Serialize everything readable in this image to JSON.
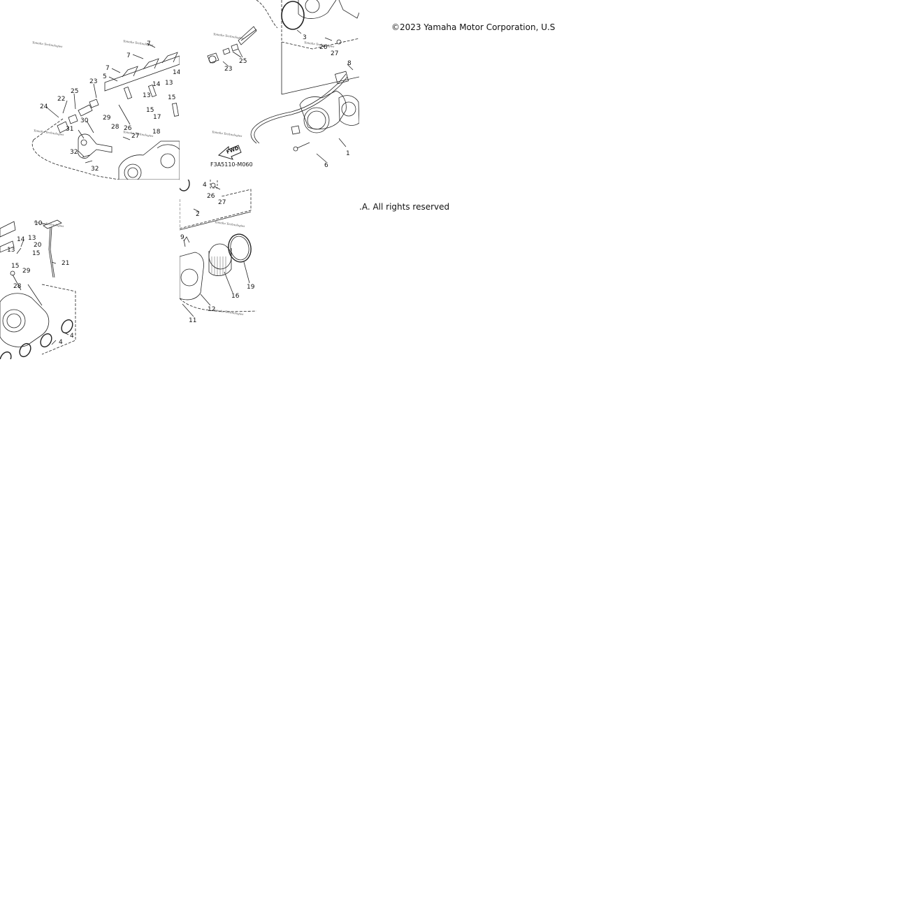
{
  "copyright": {
    "line_part_1": "©2023 Yamaha Motor Corporation, U.S",
    "line_part_2": ".A. All rights reserved."
  },
  "diagram": {
    "drawing_code": "F3A5110-M060",
    "arrow_text": "FWD",
    "watermark": "Yamaha Technologies",
    "callouts_tile_top_left": [
      "7",
      "7",
      "7",
      "5",
      "14",
      "14",
      "13",
      "13",
      "23",
      "25",
      "22",
      "24",
      "30",
      "31",
      "32",
      "32",
      "29",
      "28",
      "26",
      "27",
      "15",
      "15",
      "17",
      "18"
    ],
    "callouts_tile_top_right": [
      "3",
      "26",
      "27",
      "23",
      "25",
      "8",
      "1",
      "6"
    ],
    "callouts_tile_bottom_left": [
      "10",
      "14",
      "13",
      "20",
      "13",
      "15",
      "21",
      "15",
      "29",
      "28",
      "4",
      "4"
    ],
    "callouts_tile_bottom_right": [
      "4",
      "26",
      "27",
      "2",
      "9",
      "19",
      "16",
      "12",
      "11"
    ]
  }
}
